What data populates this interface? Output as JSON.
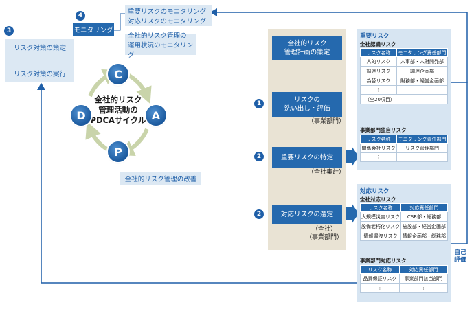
{
  "colors": {
    "accent": "#1f5fa8",
    "step_fill": "#2569ae",
    "light_fill": "#dce8f3",
    "tan": "#e9e3d4",
    "cycle_arrow": "#c9d4aa"
  },
  "section3": {
    "number": "3",
    "strategy": "リスク対策の策定",
    "implement": "リスク対策の実行"
  },
  "section4": {
    "number": "4",
    "label": "モニタリング",
    "line1": "重要リスクのモニタリング",
    "line2": "対応リスクのモニタリング",
    "line3": "全社的リスク管理の",
    "line4": "運用状況のモニタリング"
  },
  "pdca": {
    "title_line1": "全社的リスク",
    "title_line2": "管理活動の",
    "title_line3": "PDCAサイクル",
    "c": "C",
    "a": "A",
    "p": "P",
    "d": "D",
    "improvement": "全社的リスク管理の改善"
  },
  "flow": {
    "step0": {
      "line1": "全社的リスク",
      "line2": "管理計画の策定"
    },
    "step1": {
      "number": "1",
      "line1": "リスクの",
      "line2": "洗い出し・評価",
      "sub": "（事業部門）"
    },
    "step2": {
      "number": "2",
      "label": "重要リスクの特定",
      "sub": "（全社集計）"
    },
    "step3": {
      "number": "2",
      "label": "対応リスクの選定",
      "sub1": "（全社）",
      "sub2": "（事業部門）"
    }
  },
  "important": {
    "title": "重要リスク",
    "corporate_title": "全社認識リスク",
    "corporate_headers": [
      "リスク名称",
      "モニタリング責任部門"
    ],
    "corporate_rows": [
      [
        "人的リスク",
        "人事部・人財開発部"
      ],
      [
        "調達リスク",
        "調達企画部"
      ],
      [
        "為替リスク",
        "財務部・経営企画部"
      ]
    ],
    "dots": "⋮",
    "note": "（全20項目）",
    "division_title": "事業部門独自リスク",
    "division_headers": [
      "リスク名称",
      "モニタリング責任部門"
    ],
    "division_rows": [
      [
        "関係会社リスク",
        "リスク管理部門"
      ]
    ]
  },
  "response": {
    "title": "対応リスク",
    "corporate_title": "全社対応リスク",
    "corporate_headers": [
      "リスク名称",
      "対応責任部門"
    ],
    "corporate_rows": [
      [
        "大規模災害リスク",
        "CSR部・総務部"
      ],
      [
        "設備老朽化リスク",
        "施設部・経営企画部"
      ],
      [
        "情報漏洩リスク",
        "情報企画部・総務部"
      ]
    ],
    "division_title": "事業部門対応リスク",
    "division_headers": [
      "リスク名称",
      "対応責任部門"
    ],
    "division_rows": [
      [
        "品質保証リスク",
        "事業部門該当部門"
      ]
    ]
  },
  "self_eval": {
    "line1": "自己",
    "line2": "評価"
  }
}
